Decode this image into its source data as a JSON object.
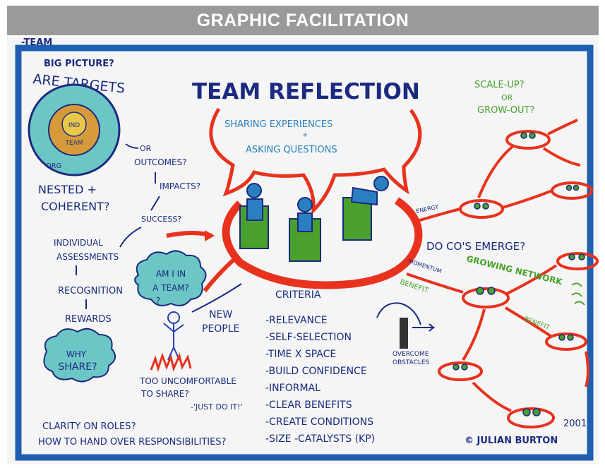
{
  "header": {
    "title": "GRAPHIC FACILITATION"
  },
  "board": {
    "corner_label": "-TEAM",
    "main_title": "TEAM REFLECTION",
    "subtitle_line1": "SHARING EXPERIENCES",
    "subtitle_amp": "+",
    "subtitle_line2": "ASKING QUESTIONS",
    "left": {
      "big_picture": "BIG PICTURE?",
      "are_targets": "ARE TARGETS",
      "ring_inner": "IND",
      "ring_mid": "TEAM",
      "ring_outer": "ORG",
      "or": "OR",
      "outcomes": "OUTCOMES?",
      "impacts": "IMPACTS?",
      "success": "SUCCESS?",
      "nested1": "NESTED +",
      "nested2": "COHERENT?",
      "individual1": "INDIVIDUAL",
      "individual2": "ASSESSMENTS",
      "recognition": "RECOGNITION",
      "rewards": "REWARDS",
      "am_i_1": "AM I IN",
      "am_i_2": "A TEAM?",
      "am_i_3": "?",
      "why_share_1": "WHY",
      "why_share_2": "SHARE?",
      "too_uncomf_1": "TOO UNCOMFORTABLE",
      "too_uncomf_2": "TO SHARE?",
      "just_do_it": "-'JUST DO IT!'",
      "new_people_1": "NEW",
      "new_people_2": "PEOPLE",
      "clarity": "CLARITY ON ROLES?",
      "hand_over": "HOW TO HAND OVER RESPONSIBILITIES?"
    },
    "criteria": {
      "heading": "CRITERIA",
      "items": [
        "-RELEVANCE",
        "-SELF-SELECTION",
        "-TIME X SPACE",
        "-BUILD CONFIDENCE",
        "-INFORMAL",
        "-CLEAR BENEFITS",
        "-CREATE CONDITIONS",
        "-SIZE  -CATALYSTS (KP)"
      ]
    },
    "right": {
      "scale_up": "SCALE-UP?",
      "or": "OR",
      "grow_out": "GROW-OUT?",
      "energy": "ENERGY",
      "momentum": "MOMENTUM",
      "benefit": "BENEFIT",
      "do_cos": "DO CO'S EMERGE?",
      "growing_network": "GROWING NETWORK",
      "benefit2": "BENEFIT",
      "overcome1": "OVERCOME",
      "overcome2": "OBSTACLES",
      "signature": "© JULIAN BURTON",
      "year": "2001"
    }
  },
  "colors": {
    "title_bar": "#9a9a9a",
    "frame_blue": "#1f5fb0",
    "navy": "#1b2a80",
    "red": "#e8321e",
    "green": "#4aa02c",
    "teal": "#6cc6c6",
    "orange": "#d79a3a"
  }
}
